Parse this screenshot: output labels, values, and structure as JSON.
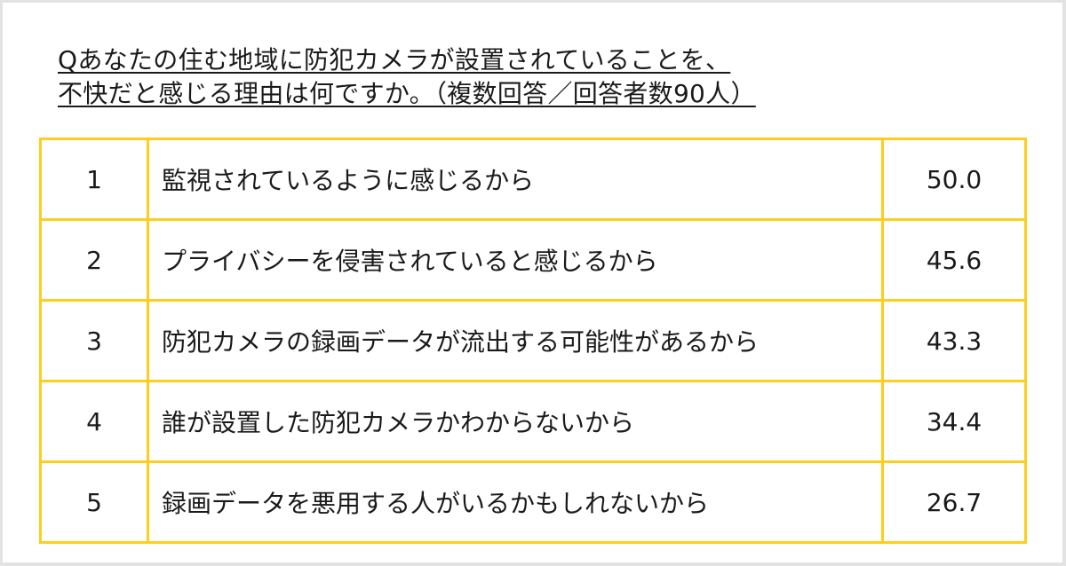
{
  "title": {
    "line1": "Qあなたの住む地域に防犯カメラが設置されていることを、",
    "line2": "不快だと感じる理由は何ですか。（複数回答／回答者数90人）"
  },
  "colors": {
    "border": "#FFCE1A",
    "text": "#1a1a1a",
    "background": "#ffffff"
  },
  "rows": [
    {
      "rank": "1",
      "label": "監視されているように感じるから",
      "value": "50.0"
    },
    {
      "rank": "2",
      "label": "プライバシーを侵害されていると感じるから",
      "value": "45.6"
    },
    {
      "rank": "3",
      "label": "防犯カメラの録画データが流出する可能性があるから",
      "value": "43.3"
    },
    {
      "rank": "4",
      "label": "誰が設置した防犯カメラかわからないから",
      "value": "34.4"
    },
    {
      "rank": "5",
      "label": "録画データを悪用する人がいるかもしれないから",
      "value": "26.7"
    }
  ],
  "chart_data": {
    "type": "table",
    "title": "Qあなたの住む地域に防犯カメラが設置されていることを、不快だと感じる理由は何ですか。（複数回答／回答者数90人）",
    "columns": [
      "rank",
      "reason",
      "percent"
    ],
    "categories": [
      "監視されているように感じるから",
      "プライバシーを侵害されていると感じるから",
      "防犯カメラの録画データが流出する可能性があるから",
      "誰が設置した防犯カメラかわからないから",
      "録画データを悪用する人がいるかもしれないから"
    ],
    "values": [
      50.0,
      45.6,
      43.3,
      34.4,
      26.7
    ],
    "ranks": [
      1,
      2,
      3,
      4,
      5
    ]
  }
}
